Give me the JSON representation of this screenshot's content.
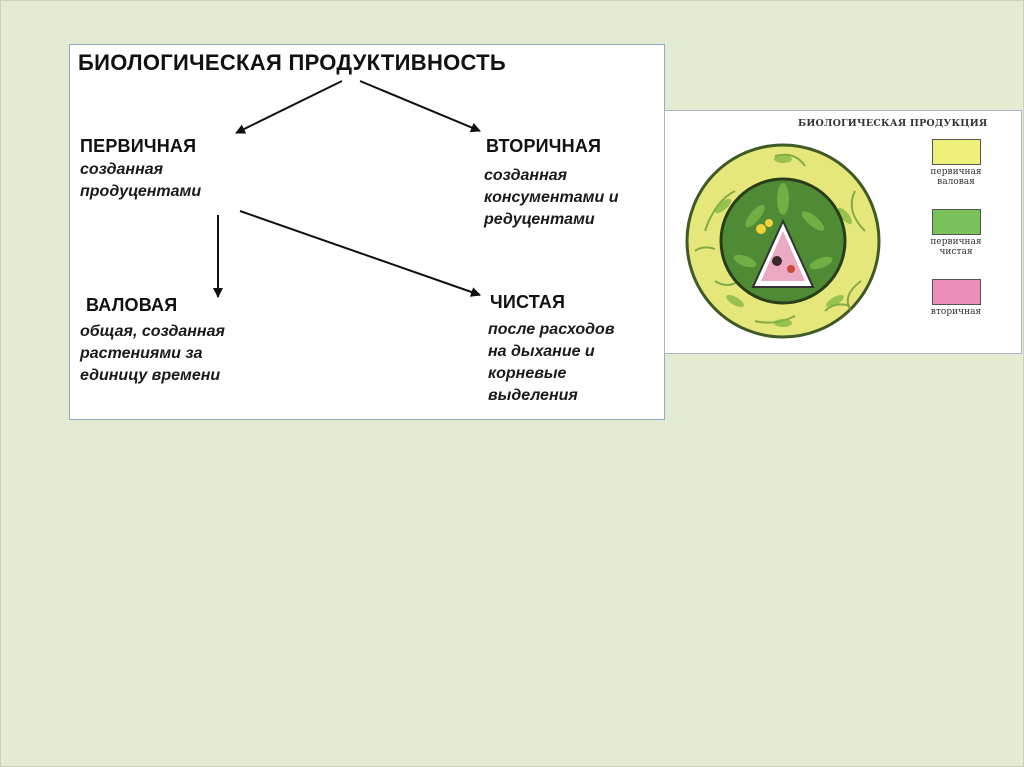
{
  "diagram": {
    "title": "БИОЛОГИЧЕСКАЯ  ПРОДУКТИВНОСТЬ",
    "primary": {
      "label": "ПЕРВИЧНАЯ",
      "description": "созданная\nпродуцентами"
    },
    "secondary": {
      "label": "ВТОРИЧНАЯ",
      "description": "созданная\nконсументами и\nредуцентами"
    },
    "gross": {
      "label": "ВАЛОВАЯ",
      "description": "общая, созданная\nрастениями за\nединицу времени"
    },
    "net": {
      "label": "ЧИСТАЯ",
      "description": "после расходов\nна дыхание и\nкорневые\nвыделения"
    }
  },
  "illustration": {
    "title": "БИОЛОГИЧЕСКАЯ ПРОДУКЦИЯ",
    "legend": [
      {
        "label": "первичная\nваловая",
        "color": "#eef07a"
      },
      {
        "label": "первичная\nчистая",
        "color": "#79c25a"
      },
      {
        "label": "вторичная",
        "color": "#ec8fb9"
      }
    ]
  }
}
